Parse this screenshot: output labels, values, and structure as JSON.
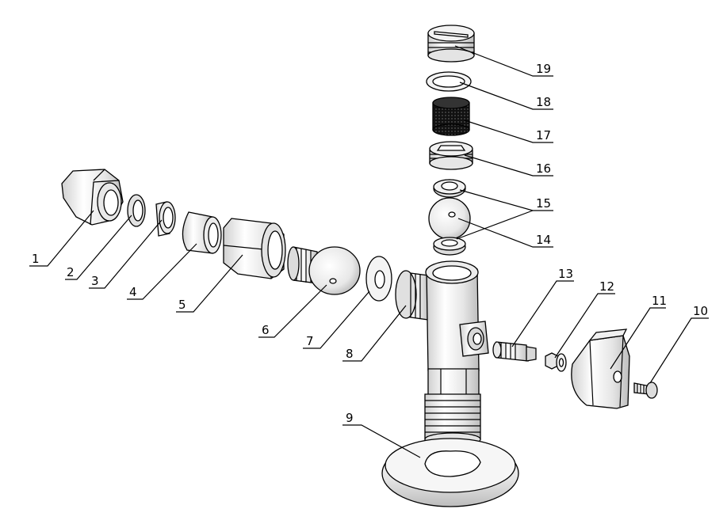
{
  "labels": [
    "1",
    "2",
    "3",
    "4",
    "5",
    "6",
    "7",
    "8",
    "9",
    "10",
    "11",
    "12",
    "13",
    "14",
    "15",
    "16",
    "17",
    "18",
    "19"
  ],
  "colors": {
    "line": "#000000",
    "shade": "#cfcfcf",
    "mesh": "#222222",
    "background": "#ffffff"
  }
}
